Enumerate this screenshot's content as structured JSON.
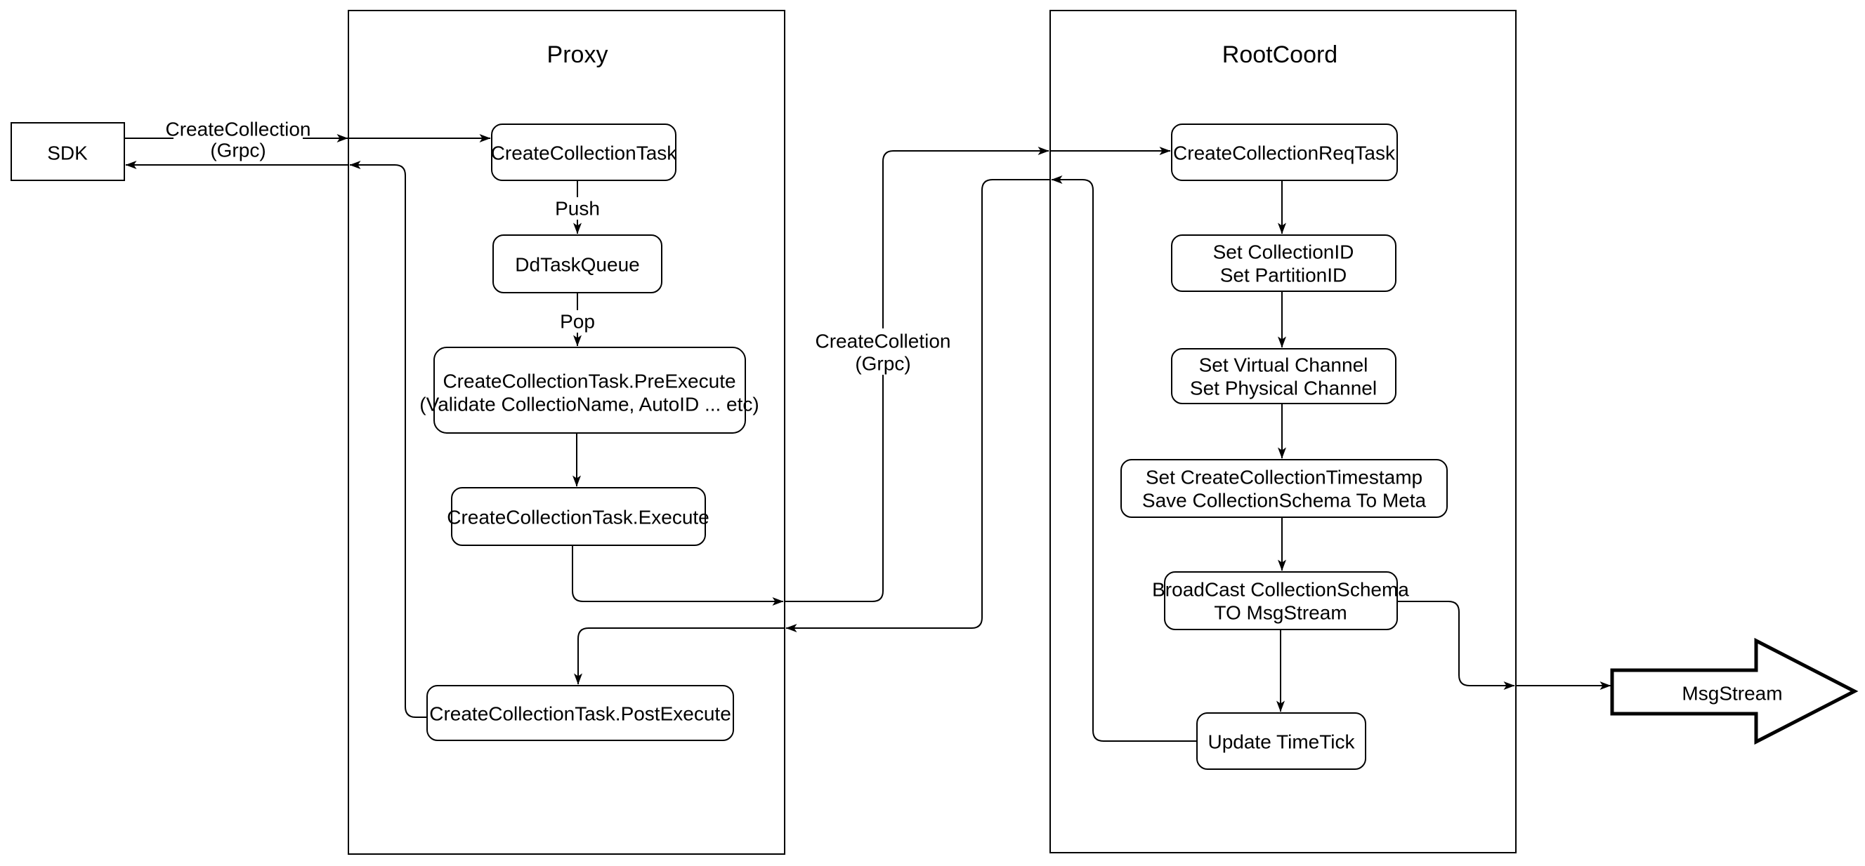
{
  "colors": {
    "background": "#ffffff",
    "stroke": "#000000",
    "text": "#000000",
    "node_fill": "#ffffff"
  },
  "sdk": {
    "label": "SDK"
  },
  "containers": {
    "proxy": {
      "title": "Proxy"
    },
    "rootcoord": {
      "title": "RootCoord"
    }
  },
  "proxy_nodes": {
    "create_collection_task": {
      "label": "CreateCollectionTask"
    },
    "dd_task_queue": {
      "label": "DdTaskQueue"
    },
    "pre_execute": {
      "line1": "CreateCollectionTask.PreExecute",
      "line2": "(Validate CollectioName, AutoID ... etc)"
    },
    "execute": {
      "label": "CreateCollectionTask.Execute"
    },
    "post_execute": {
      "label": "CreateCollectionTask.PostExecute"
    }
  },
  "rootcoord_nodes": {
    "create_collection_req_task": {
      "label": "CreateCollectionReqTask"
    },
    "set_collection_id": {
      "line1": "Set CollectionID",
      "line2": "Set PartitionID"
    },
    "set_channels": {
      "line1": "Set Virtual Channel",
      "line2": "Set Physical Channel"
    },
    "set_timestamp": {
      "line1": "Set CreateCollectionTimestamp",
      "line2": "Save CollectionSchema To Meta"
    },
    "broadcast": {
      "line1": "BroadCast CollectionSchema",
      "line2": "TO MsgStream"
    },
    "update_timetick": {
      "label": "Update TimeTick"
    }
  },
  "edge_labels": {
    "sdk_request": {
      "line1": "CreateCollection",
      "line2": "(Grpc)"
    },
    "internal_rpc": {
      "line1": "CreateColletion",
      "line2": "(Grpc)"
    },
    "push": "Push",
    "pop": "Pop"
  },
  "msgstream": {
    "label": "MsgStream"
  }
}
